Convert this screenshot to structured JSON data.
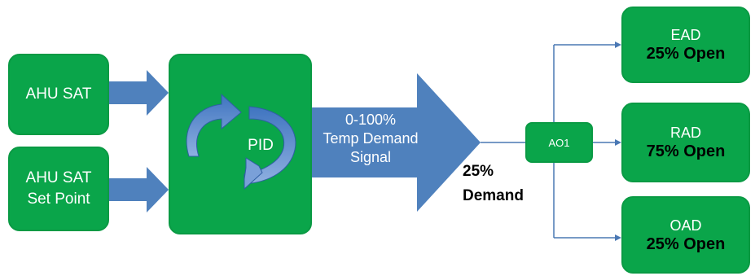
{
  "inputs": {
    "ahu_sat": "AHU SAT",
    "ahu_sat_setpoint_line1": "AHU SAT",
    "ahu_sat_setpoint_line2": "Set Point"
  },
  "pid": {
    "label": "PID"
  },
  "signal_arrow": {
    "line1": "0-100%",
    "line2": "Temp Demand",
    "line3": "Signal"
  },
  "demand": {
    "line1": "25%",
    "line2": "Demand"
  },
  "ao": {
    "label": "AO1"
  },
  "outputs": [
    {
      "name": "EAD",
      "status": "25% Open"
    },
    {
      "name": "RAD",
      "status": "75% Open"
    },
    {
      "name": "OAD",
      "status": "25% Open"
    }
  ],
  "colors": {
    "box_green": "#0aa54a",
    "arrow_blue": "#4f81bd",
    "line_blue": "#4a78b4"
  }
}
